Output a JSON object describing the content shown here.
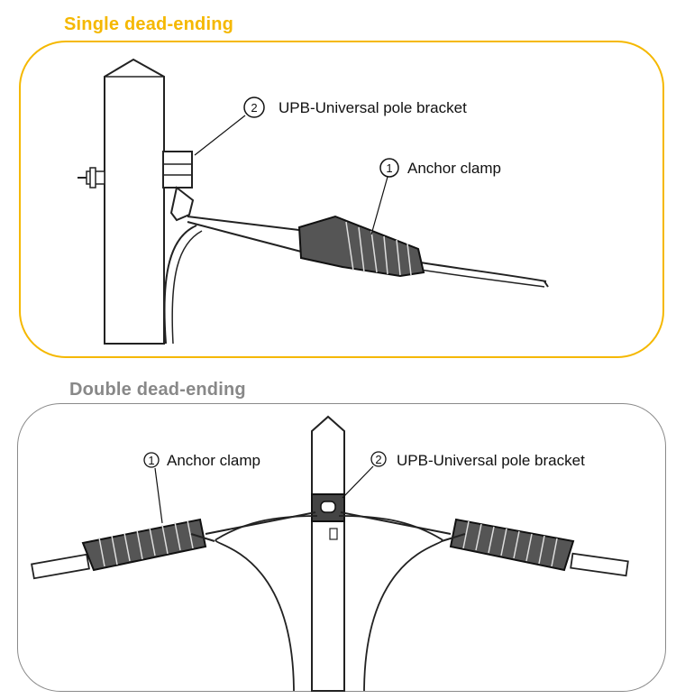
{
  "single": {
    "title": "Single dead-ending",
    "title_color": "#f5b800",
    "callouts": [
      {
        "number": "2",
        "label": "UPB-Universal pole bracket"
      },
      {
        "number": "1",
        "label": "Anchor clamp"
      }
    ]
  },
  "double": {
    "title": "Double dead-ending",
    "title_color": "#888888",
    "callouts": [
      {
        "number": "1",
        "label": "Anchor clamp"
      },
      {
        "number": "2",
        "label": "UPB-Universal pole bracket"
      }
    ]
  }
}
